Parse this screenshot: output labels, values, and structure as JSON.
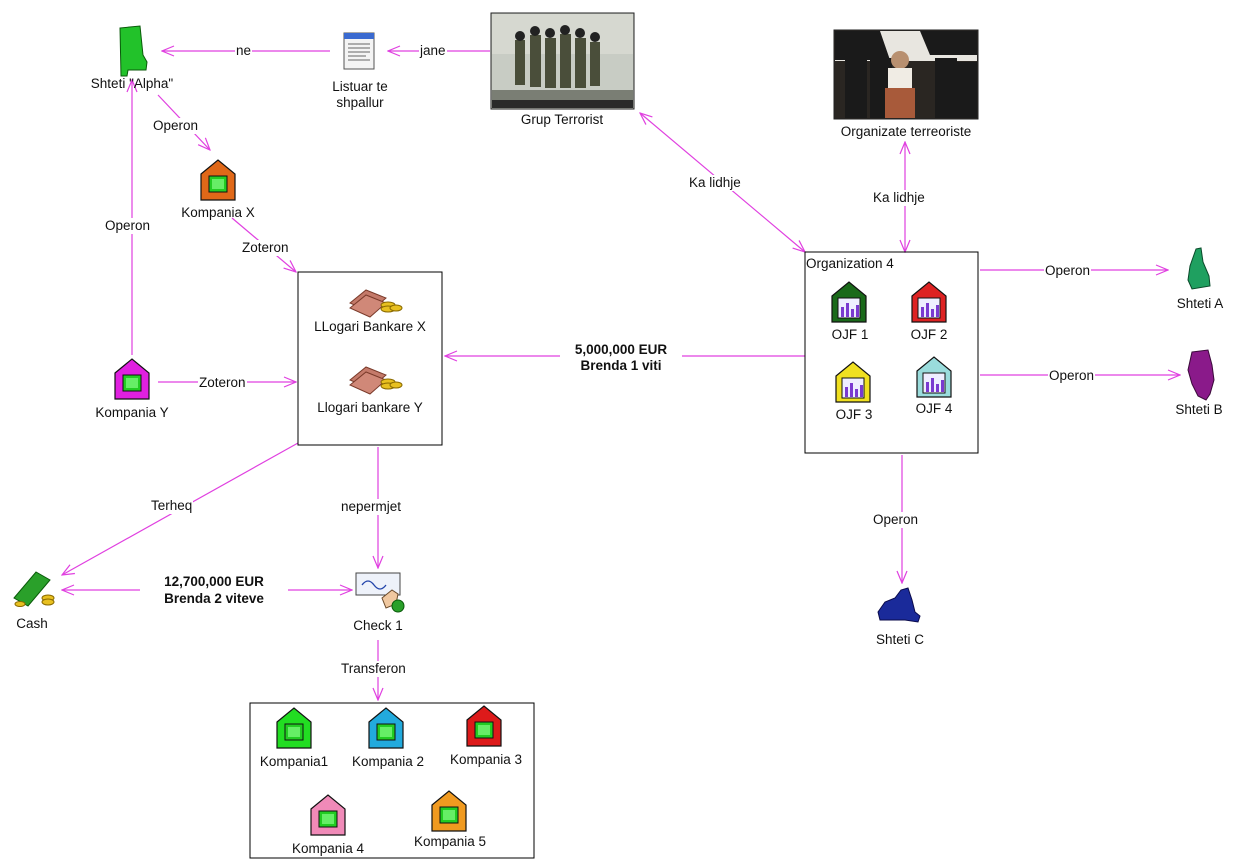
{
  "nodes": {
    "shteti_alpha": "Shteti \"Alpha\"",
    "listuar_line1": "Listuar te",
    "listuar_line2": "shpallur",
    "grup_terrorist": "Grup Terrorist",
    "organizate_terroriste": "Organizate terreoriste",
    "kompania_x": "Kompania X",
    "kompania_y": "Kompania Y",
    "llogari_x": "LLogari Bankare X",
    "llogari_y": "Llogari bankare Y",
    "organization4": "Organization 4",
    "ojf1": "OJF 1",
    "ojf2": "OJF 2",
    "ojf3": "OJF 3",
    "ojf4": "OJF 4",
    "shteti_a": "Shteti A",
    "shteti_b": "Shteti B",
    "shteti_c": "Shteti C",
    "cash": "Cash",
    "check1": "Check 1",
    "kompania1": "Kompania1",
    "kompania2": "Kompania 2",
    "kompania3": "Kompania 3",
    "kompania4": "Kompania 4",
    "kompania5": "Kompania 5"
  },
  "edges": {
    "ne": "ne",
    "jane": "jane",
    "operon": "Operon",
    "zoteron": "Zoteron",
    "ka_lidhje": "Ka lidhje",
    "terheq": "Terheq",
    "nepermjet": "nepermjet",
    "transferon": "Transferon",
    "amount1_line1": "5,000,000 EUR",
    "amount1_line2": "Brenda 1 viti",
    "amount2_line1": "12,700,000 EUR",
    "amount2_line2": "Brenda 2 viteve"
  },
  "colors": {
    "edge": "#e040e0",
    "box_border": "#000000",
    "shteti_alpha": "#22c22a",
    "shteti_a": "#1fa060",
    "shteti_b": "#8a1a8a",
    "shteti_c": "#1a2a9a",
    "kompania_x": "#e06818",
    "kompania_y": "#e020e0",
    "kompania1": "#22dd22",
    "kompania2": "#22aadd",
    "kompania3": "#dd1a1a",
    "kompania4": "#f08ab8",
    "kompania5": "#f09a20",
    "ojf1": "#1a6a1a",
    "ojf2": "#dd2222",
    "ojf3": "#f0e020",
    "ojf4": "#9adcdc"
  }
}
